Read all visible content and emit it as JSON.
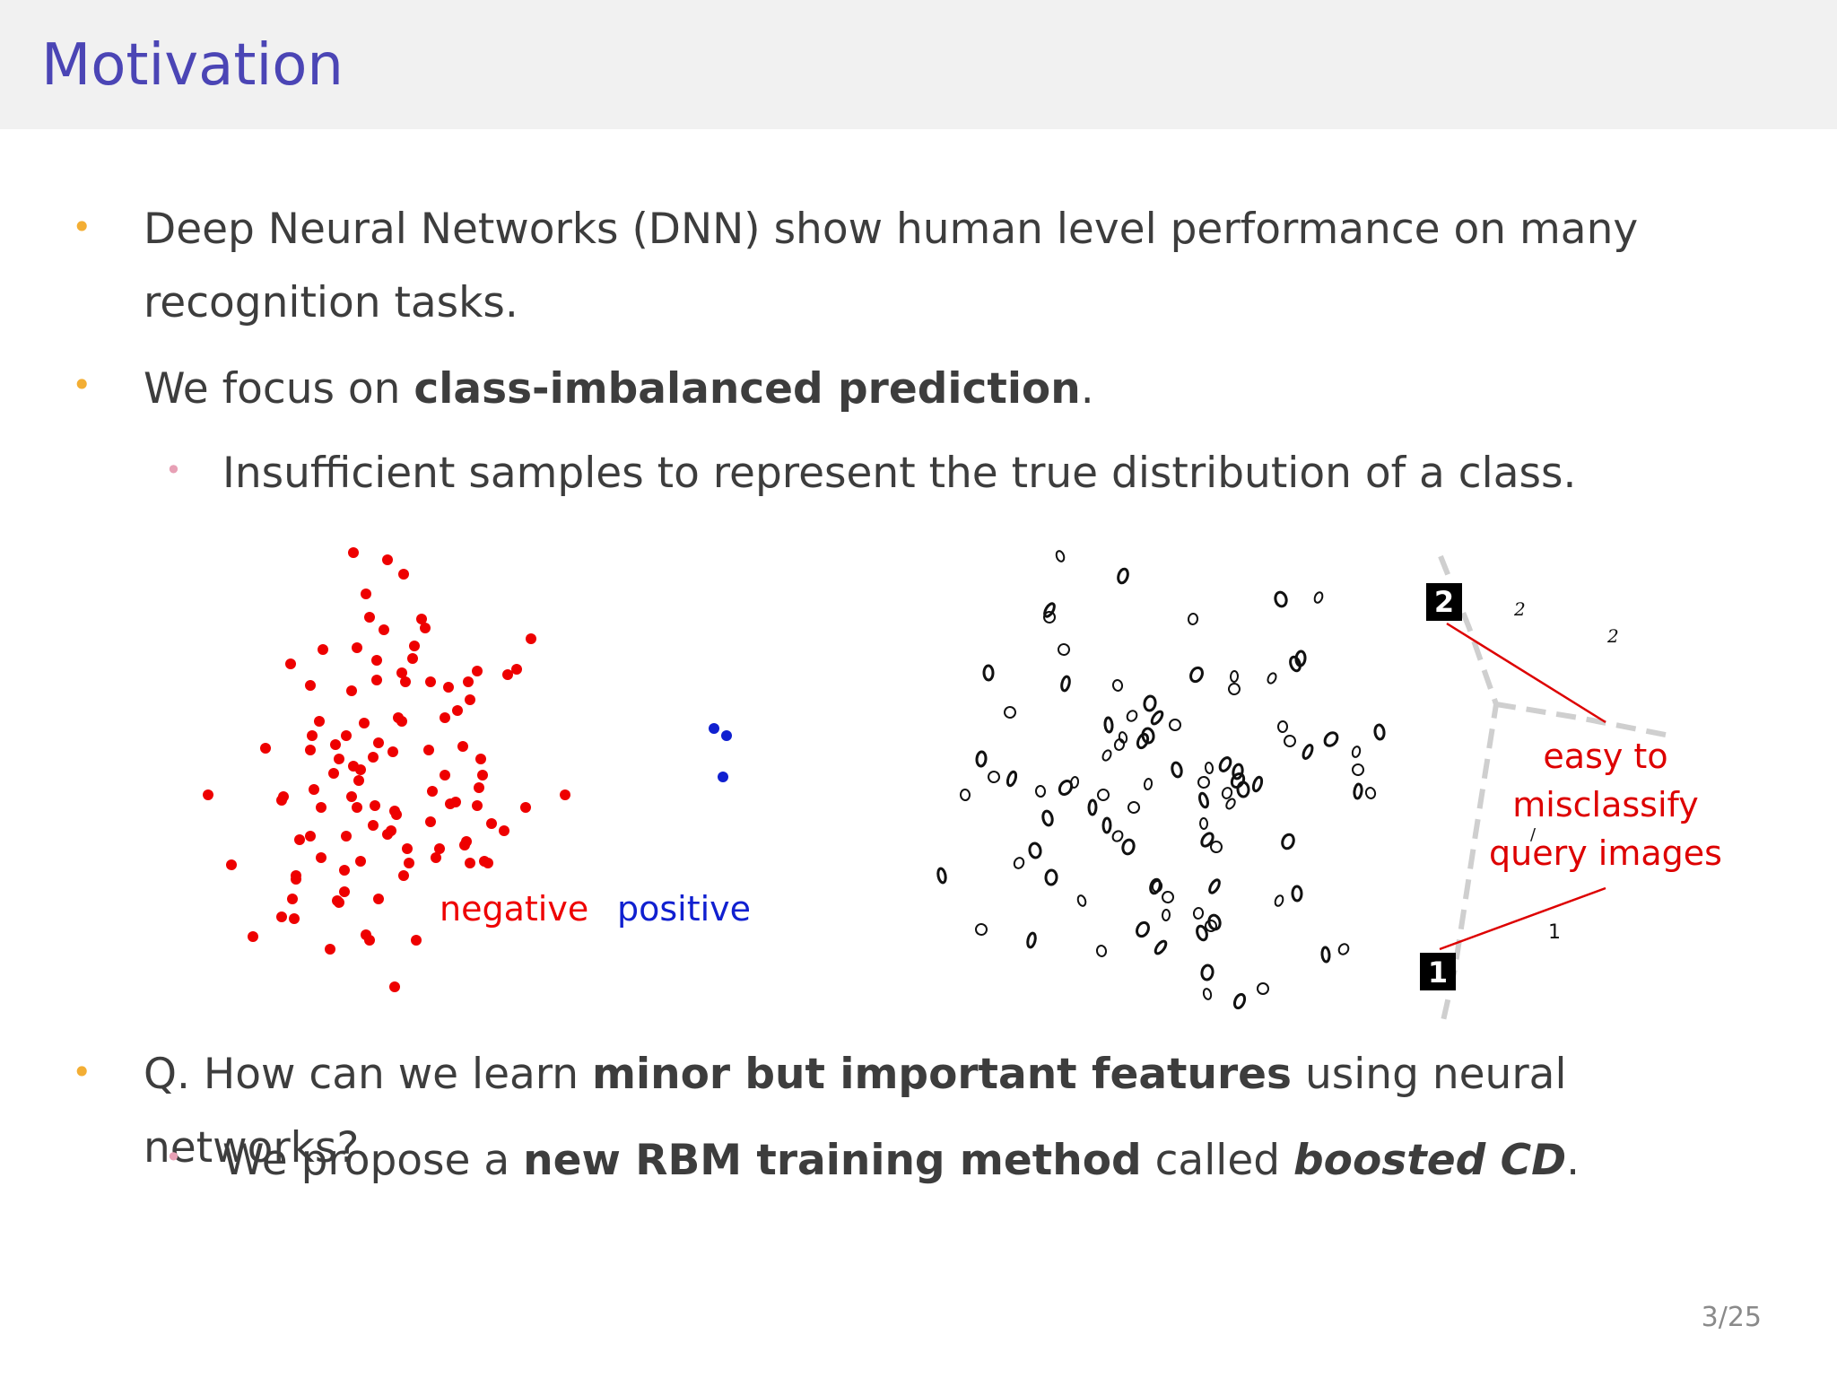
{
  "slide": {
    "title": "Motivation",
    "page_number": "3/25"
  },
  "bullets": [
    {
      "level": 1,
      "text": "Deep Neural Networks (DNN) show human level performance on many recognition tasks."
    },
    {
      "level": 1,
      "pre": "We focus on ",
      "bold": "class-imbalanced prediction",
      "post": "."
    },
    {
      "level": 2,
      "text": "Insufficient samples to represent the true distribution of a class."
    },
    {
      "level": 1,
      "pre": "Q. How can we learn ",
      "bold": "minor but important features",
      "post": " using neural networks?"
    },
    {
      "level": 2,
      "pre": "We propose a ",
      "bold": "new RBM training method",
      "mid": " called ",
      "bold_italic": "boosted CD",
      "post": "."
    }
  ],
  "figure_left": {
    "negative_label": "negative",
    "positive_label": "positive",
    "colors": {
      "negative": "#ee0000",
      "positive": "#1020d0"
    }
  },
  "figure_right": {
    "annotation_lines": [
      "easy to",
      "misclassify",
      "query images"
    ],
    "query_digits": [
      "2",
      "1"
    ],
    "colors": {
      "annotation": "#dd0000",
      "boundary": "#cfcfcf"
    }
  }
}
